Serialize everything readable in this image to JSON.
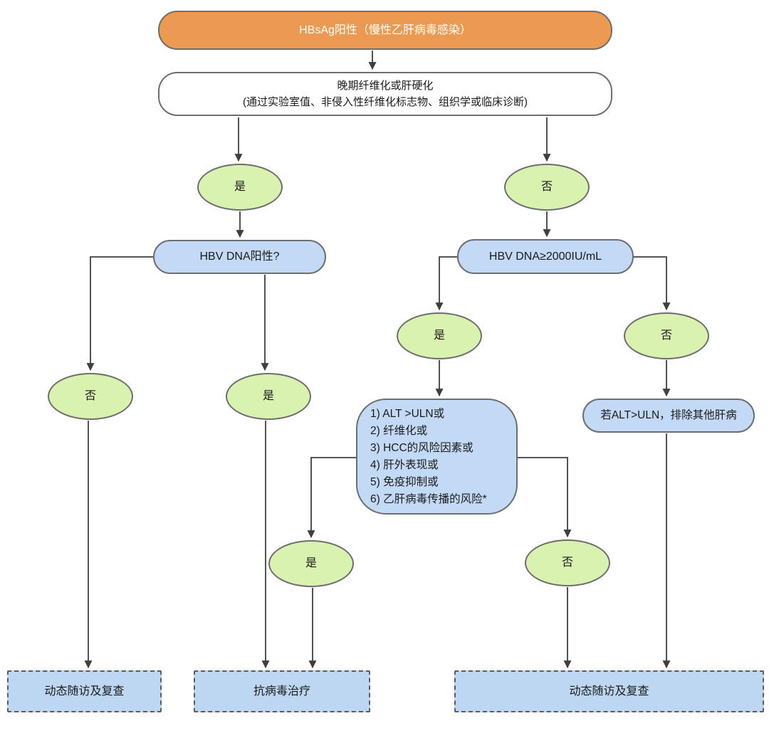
{
  "colors": {
    "start_fill": "#EC9951",
    "start_text": "#FFFFFF",
    "process_fill": "#C3DAF6",
    "decision_fill": "#D9F2B0",
    "terminal_fill": "#BDD7F2",
    "shape_border": "#6E6E6E",
    "terminal_border": "#5C5C5C",
    "connector": "#3F3F3F",
    "text": "#1A1A1A"
  },
  "nodes": {
    "start": {
      "label": "HBsAg阳性（慢性乙肝病毒感染）"
    },
    "stage": {
      "line1": "晚期纤维化或肝硬化",
      "line2": "(通过实验室值、非侵入性纤维化标志物、组织学或临床诊断)"
    },
    "yes1": {
      "label": "是"
    },
    "no1": {
      "label": "否"
    },
    "hbv_dna_positive": {
      "label": "HBV DNA阳性?"
    },
    "hbv_dna_2000": {
      "label": "HBV DNA≥2000IU/mL"
    },
    "no2": {
      "label": "否"
    },
    "yes2": {
      "label": "是"
    },
    "yes3": {
      "label": "是"
    },
    "no3": {
      "label": "否"
    },
    "criteria": {
      "items": [
        "1) ALT >ULN或",
        "2) 纤维化或",
        "3) HCC的风险因素或",
        "4) 肝外表现或",
        "5) 免疫抑制或",
        "6) 乙肝病毒传播的风险*"
      ]
    },
    "alt_uln": {
      "label": "若ALT>ULN，排除其他肝病"
    },
    "yes4": {
      "label": "是"
    },
    "no4": {
      "label": "否"
    },
    "followup_left": {
      "label": "动态随访及复查"
    },
    "antiviral": {
      "label": "抗病毒治疗"
    },
    "followup_right": {
      "label": "动态随访及复查"
    }
  }
}
